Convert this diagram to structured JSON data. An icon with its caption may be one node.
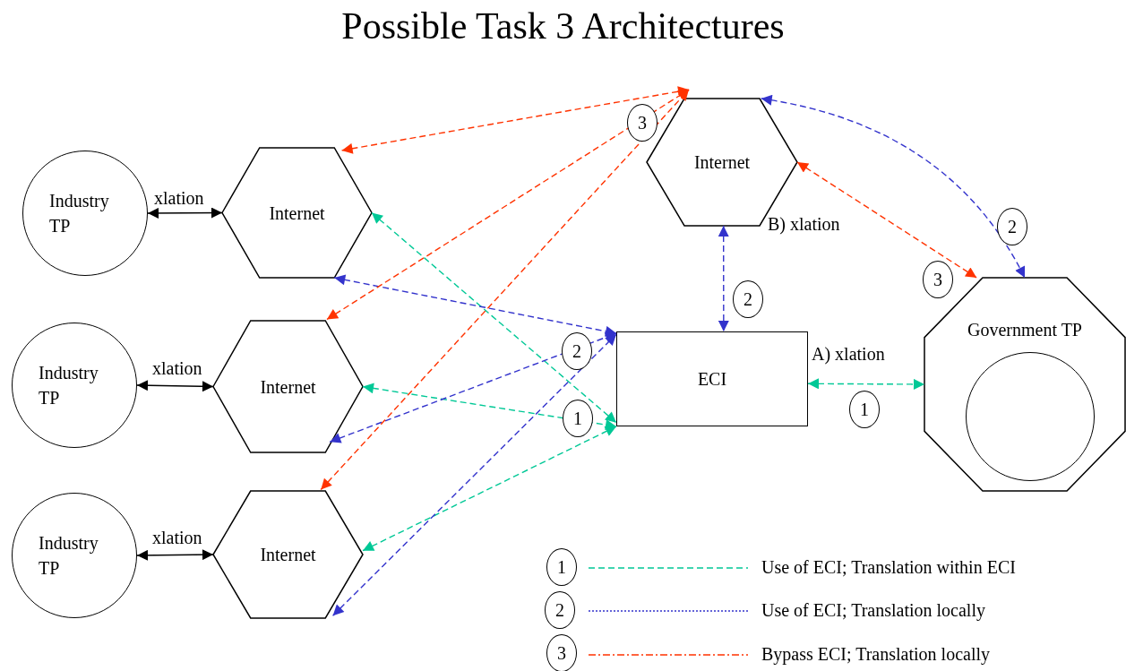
{
  "diagram": {
    "title": "Possible Task 3 Architectures",
    "nodes": [
      {
        "text": [
          "Industry TP"
        ]
      },
      {
        "text": [
          "Internet"
        ]
      },
      {
        "text": [
          "Industry TP"
        ]
      },
      {
        "text": [
          "Internet"
        ]
      },
      {
        "text": [
          "Industry TP"
        ]
      },
      {
        "text": [
          "Internet"
        ]
      },
      {
        "text": [
          "Internet"
        ]
      },
      {
        "text": [
          "ECI"
        ]
      },
      {
        "text": [
          "Government TP"
        ]
      },
      {
        "text": [],
        "shape": "circle",
        "in": 8
      }
    ],
    "edges": [
      {
        "from": 0,
        "to": 1,
        "arrow": "both",
        "label": "xlation",
        "color": "#000000"
      },
      {
        "from": 2,
        "to": 3,
        "arrow": "both",
        "label": "xlation",
        "color": "#000000"
      },
      {
        "from": 4,
        "to": 5,
        "arrow": "both",
        "label": "xlation",
        "color": "#000000"
      },
      {
        "from": 1,
        "to": 7,
        "arrow": "both",
        "style": "dashed",
        "color": "#00c896"
      },
      {
        "from": 3,
        "to": 7,
        "arrow": "both",
        "style": "dashed",
        "color": "#00c896"
      },
      {
        "from": 5,
        "to": 7,
        "arrow": "both",
        "style": "dashed",
        "color": "#00c896"
      },
      {
        "from": 7,
        "to": 8,
        "arrow": "both",
        "style": "dashed",
        "color": "#00c896",
        "label": "A) xlation"
      },
      {
        "from": 1,
        "to": 7,
        "arrow": "both",
        "style": "dashed",
        "color": "#3333cc"
      },
      {
        "from": 3,
        "to": 7,
        "arrow": "both",
        "style": "dashed",
        "color": "#3333cc"
      },
      {
        "from": 5,
        "to": 7,
        "arrow": "both",
        "style": "dashed",
        "color": "#3333cc"
      },
      {
        "from": 6,
        "to": 7,
        "arrow": "both",
        "style": "dashed",
        "color": "#3333cc"
      },
      {
        "from": 6,
        "to": 8,
        "arrow": "both",
        "style": "dashed",
        "color": "#3333cc"
      },
      {
        "from": 1,
        "to": 6,
        "arrow": "both",
        "style": "dashed",
        "color": "#ff3300"
      },
      {
        "from": 3,
        "to": 6,
        "arrow": "both",
        "style": "dashed",
        "color": "#ff3300"
      },
      {
        "from": 5,
        "to": 6,
        "arrow": "both",
        "style": "dashed",
        "color": "#ff3300"
      },
      {
        "from": 6,
        "to": 8,
        "arrow": "both",
        "style": "dashed",
        "color": "#ff3300"
      }
    ],
    "labels": [
      "3",
      "B) xlation",
      "2",
      "3",
      "2",
      "2",
      "1",
      "1",
      "1",
      "2",
      "3"
    ],
    "legend": [
      {
        "text": "Use of ECI; Translation within ECI"
      },
      {
        "text": "Use of ECI; Translation locally"
      },
      {
        "text": "Bypass ECI; Translation locally"
      }
    ]
  }
}
